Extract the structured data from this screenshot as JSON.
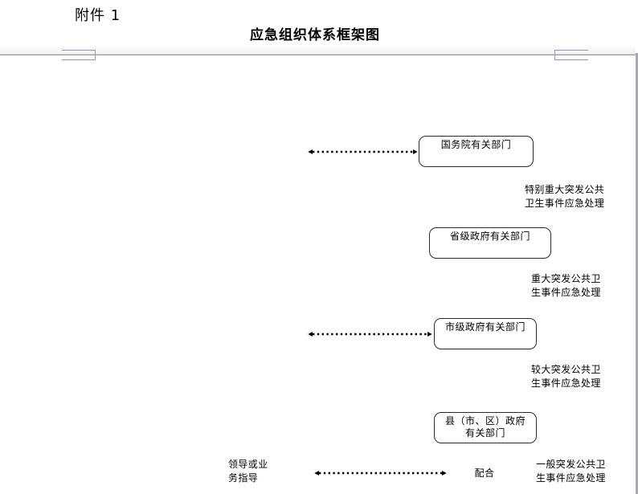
{
  "document": {
    "attachment_label": "附件 1",
    "title": "应急组织体系框架图"
  },
  "diagram": {
    "nodes": [
      {
        "id": "node-state-council",
        "label": "国务院有关部门"
      },
      {
        "id": "node-provincial-government",
        "label": "省级政府有关部门"
      },
      {
        "id": "node-municipal-government",
        "label": "市级政府有关部门"
      },
      {
        "id": "node-county-government",
        "label": "县（市、区）政府\n有关部门"
      }
    ],
    "side_notes": [
      {
        "id": "note-extremely-major",
        "text": "特别重大突发公共\n卫生事件应急处理"
      },
      {
        "id": "note-major",
        "text": "重大突发公共卫\n生事件应急处理"
      },
      {
        "id": "note-relatively-major",
        "text": "较大突发公共卫\n生事件应急处理"
      },
      {
        "id": "note-general",
        "text": "一般突发公共卫\n生事件应急处理"
      }
    ],
    "legend": {
      "left_label": "领导或业\n务指导",
      "right_label": "配合"
    },
    "connectors": [
      {
        "id": "connector-state-council",
        "style": "dotted-double-arrow"
      },
      {
        "id": "connector-municipal-government",
        "style": "dotted-double-arrow"
      },
      {
        "id": "connector-legend",
        "style": "dotted-double-arrow"
      }
    ],
    "colors": {
      "node_border": "#2a2a2a",
      "connector": "#000000",
      "page_rule": "#a8a8b2"
    }
  }
}
